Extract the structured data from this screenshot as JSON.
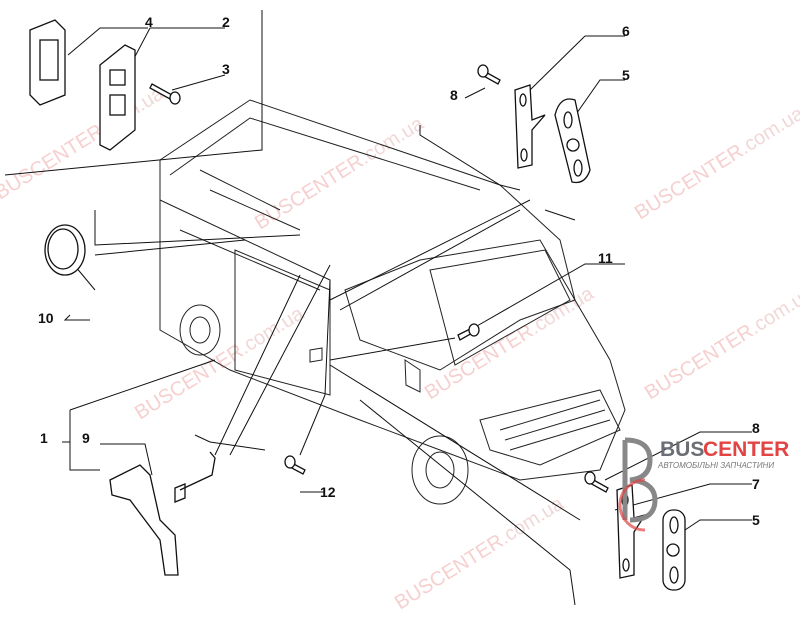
{
  "watermark": {
    "text_a": "BUSCENTER",
    "text_b": ".com.ua",
    "color": "#e24444"
  },
  "logo": {
    "brand_a": "BUS",
    "brand_b": "CENTER",
    "subtitle": "АВТОМОБІЛЬНІ ЗАПЧАСТИНИ",
    "accent": "#e24444",
    "gray": "#6b6e74"
  },
  "callouts": {
    "c4": "4",
    "c2": "2",
    "c3": "3",
    "c6": "6",
    "c8a": "8",
    "c5a": "5",
    "c11": "11",
    "c10": "10",
    "c1": "1",
    "c9": "9",
    "c12": "12",
    "c8b": "8",
    "c7": "7",
    "c5b": "5"
  }
}
